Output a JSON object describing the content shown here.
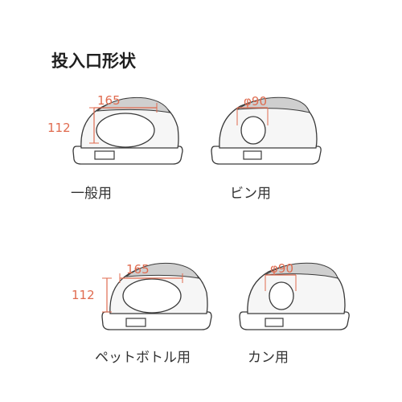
{
  "title": "投入口形状",
  "colors": {
    "dimension": "#e06b4f",
    "outline": "#3a3a3a",
    "lid_top": "#cfcfcf",
    "caption": "#333333"
  },
  "panels": [
    {
      "key": "general",
      "caption": "一般用",
      "opening": "oval",
      "width_label": "165",
      "height_label": "112"
    },
    {
      "key": "bin",
      "caption": "ビン用",
      "opening": "round",
      "diameter_label": "φ90"
    },
    {
      "key": "pet",
      "caption": "ペットボトル用",
      "opening": "oval",
      "width_label": "165",
      "height_label": "112"
    },
    {
      "key": "can",
      "caption": "カン用",
      "opening": "round",
      "diameter_label": "φ90"
    }
  ]
}
